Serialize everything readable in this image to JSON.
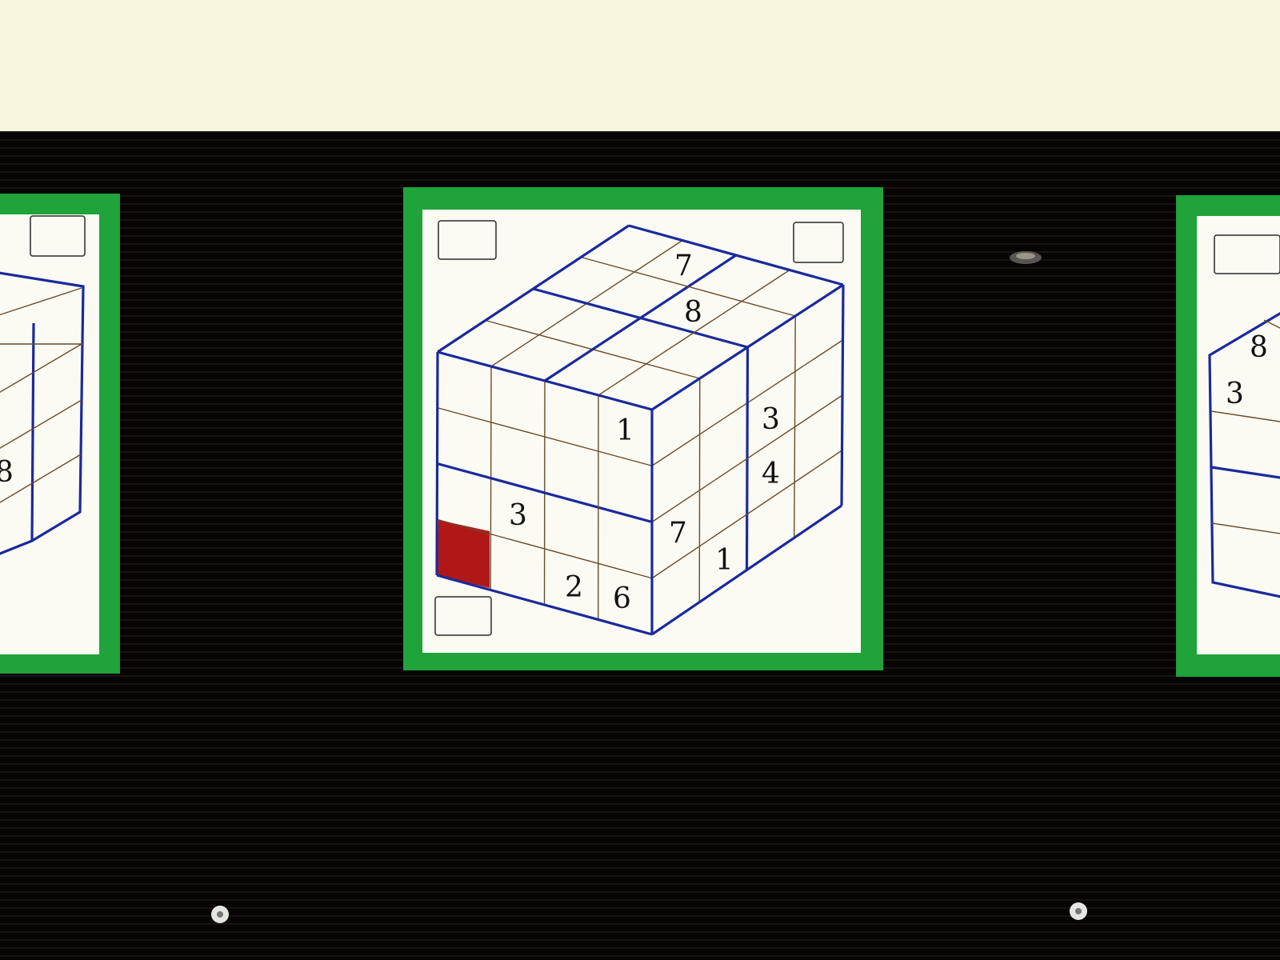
{
  "image": {
    "colors": {
      "wall": "#f7f6dc",
      "board": "#080404",
      "card_border": "#1fa33a",
      "card_face": "#fbfbf4",
      "grid_thin": "#6b4b2a",
      "grid_thick": "#1a2a9c",
      "highlight_cell": "#b01818"
    },
    "center_card": {
      "top_face_digits": [
        "7",
        "8"
      ],
      "front_face_digits": [
        "1",
        "3",
        "2",
        "6"
      ],
      "right_face_digits": [
        "3",
        "4",
        "7",
        "1"
      ]
    },
    "left_card": {
      "visible_digits": [
        "8"
      ]
    },
    "right_card": {
      "visible_digits": [
        "8",
        "3"
      ]
    }
  }
}
